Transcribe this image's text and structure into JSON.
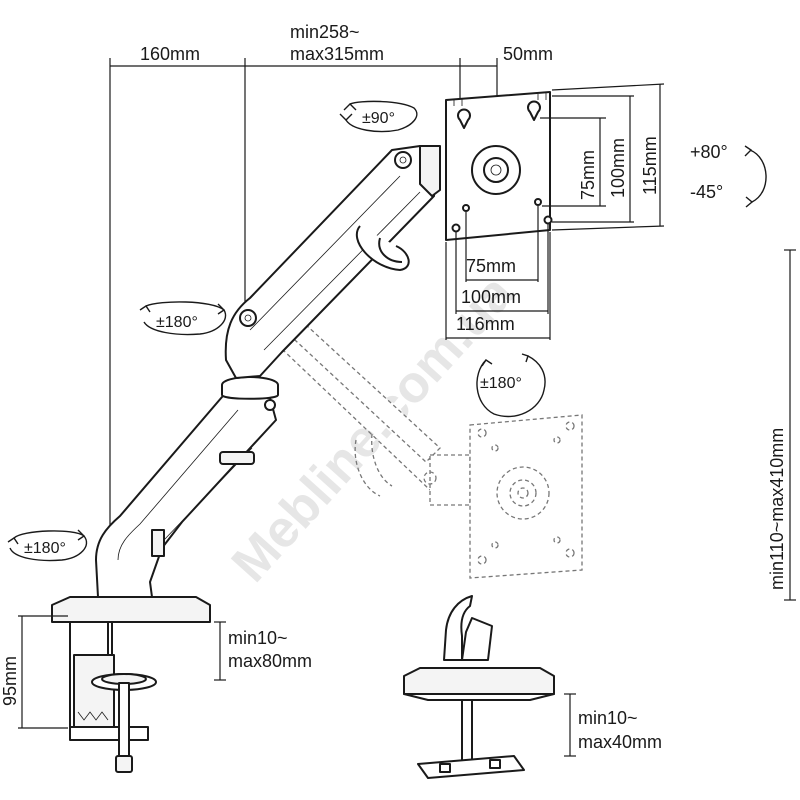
{
  "watermark": "Mebline.com.ua",
  "dimensions": {
    "base_to_pivot": "160mm",
    "arm_length_min": "min258~",
    "arm_length_max": "max315mm",
    "vesa_offset": "50mm",
    "vesa_h_small": "75mm",
    "vesa_h_mid": "100mm",
    "vesa_h_total": "116mm",
    "vesa_v_small": "75mm",
    "vesa_v_mid": "100mm",
    "vesa_v_total": "115mm",
    "height_range": "min110~max410mm",
    "clamp_height": "95mm",
    "clamp_range_min": "min10~",
    "clamp_range_max": "max80mm",
    "grommet_range_min": "min10~",
    "grommet_range_max": "max40mm"
  },
  "rotations": {
    "head_swivel": "±90°",
    "tilt_up": "+80°",
    "tilt_down": "-45°",
    "elbow": "±180°",
    "screen_rotation": "±180°",
    "base": "±180°"
  }
}
